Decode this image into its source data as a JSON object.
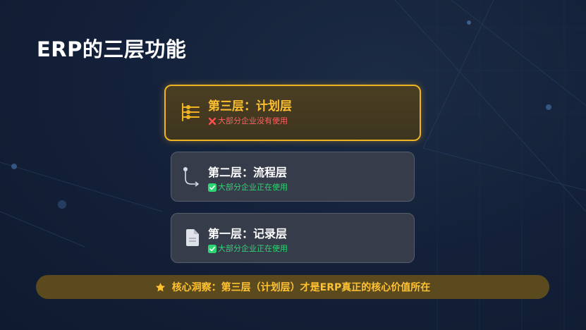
{
  "title": "ERP的三层功能",
  "layers": [
    {
      "title": "第三层：计划层",
      "status": "大部分企业没有使用",
      "icon": "hierarchy-list-icon",
      "status_icon": "cross-icon",
      "accent": "#f0b323"
    },
    {
      "title": "第二层：流程层",
      "status": "大部分企业正在使用",
      "icon": "workflow-arrow-icon",
      "status_icon": "check-box-icon",
      "accent": "#2ed573"
    },
    {
      "title": "第一层：记录层",
      "status": "大部分企业正在使用",
      "icon": "document-icon",
      "status_icon": "check-box-icon",
      "accent": "#2ed573"
    }
  ],
  "insight": {
    "icon": "star-icon",
    "text": "核心洞察：第三层（计划层）才是ERP真正的核心价值所在"
  },
  "colors": {
    "background": "#14213a",
    "highlight": "#f0b323",
    "bad": "#ff6060",
    "good": "#2ed573",
    "card": "#363c4a"
  }
}
